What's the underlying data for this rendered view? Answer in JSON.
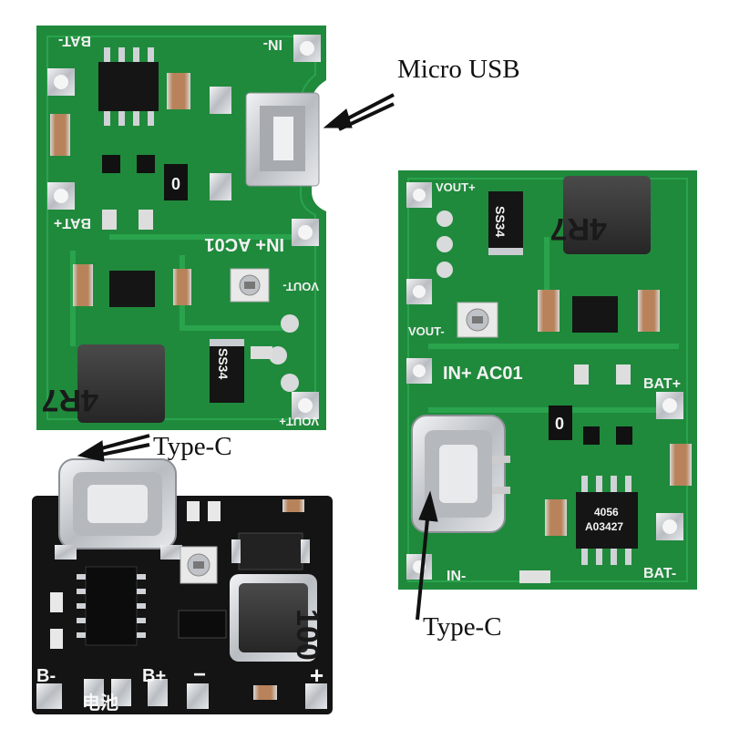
{
  "annotations": {
    "micro_usb": "Micro USB",
    "type_c_top": "Type-C",
    "type_c_bottom": "Type-C"
  },
  "board_top_left": {
    "labels": {
      "bat_minus": "BAT-",
      "in_minus": "IN-",
      "bat_plus": "BAT+",
      "in_plus_ac01": "IN+ AC01",
      "vout_minus": "VOUT-",
      "vout_plus": "VOUT+"
    },
    "inductor_marking": "4R7",
    "diode_marking": "SS34",
    "resistor_marking": "0"
  },
  "board_right": {
    "labels": {
      "vout_plus": "VOUT+",
      "vout_minus": "VOUT-",
      "in_plus_ac01": "IN+ AC01",
      "bat_plus": "BAT+",
      "in_minus": "IN-",
      "bat_minus": "BAT-"
    },
    "inductor_marking": "4R7",
    "diode_marking": "SS34",
    "resistor_marking": "0",
    "ic_marking_line1": "4056",
    "ic_marking_line2": "A03427"
  },
  "board_bottom_left": {
    "labels": {
      "b_minus": "B-",
      "b_plus": "B+",
      "battery": "电池",
      "minus": "−",
      "plus": "+"
    },
    "inductor_marking": "100"
  },
  "colors": {
    "pcb_green": "#1f8a3c",
    "pcb_black": "#141414",
    "pad_silver": "#c9ccd0",
    "inductor": "#3a3a3a"
  }
}
